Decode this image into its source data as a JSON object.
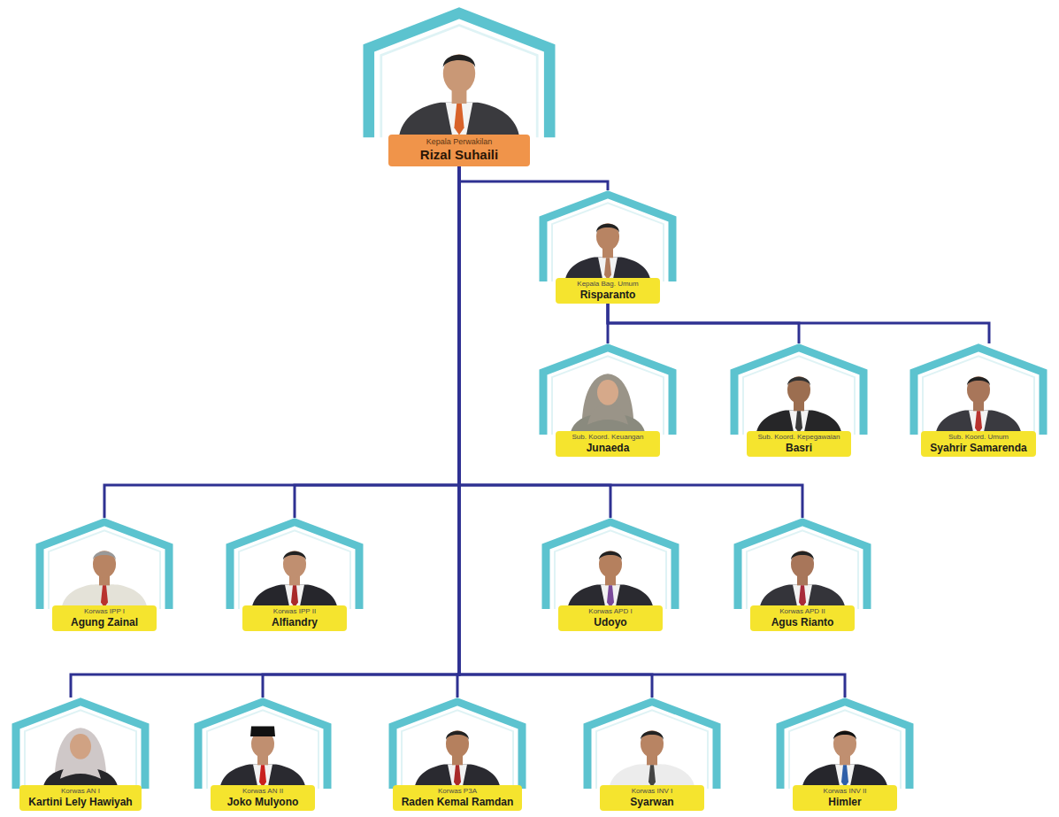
{
  "diagram": {
    "nodes": [
      {
        "text": [
          "Kepala Perwakilan",
          "Rizal Suhaili"
        ]
      },
      {
        "text": [
          "Kepala Bag. Umum",
          "Risparanto"
        ]
      },
      {
        "text": [
          "Sub. Koord. Keuangan",
          "Junaeda"
        ]
      },
      {
        "text": [
          "Sub. Koord. Kepegawaian",
          "Basri"
        ]
      },
      {
        "text": [
          "Sub. Koord. Umum",
          "Syahrir Samarenda"
        ]
      },
      {
        "text": [
          "Korwas IPP I",
          "Agung Zainal"
        ]
      },
      {
        "text": [
          "Korwas IPP II",
          "Alfiandry"
        ]
      },
      {
        "text": [
          "Korwas APD I",
          "Udoyo"
        ]
      },
      {
        "text": [
          "Korwas APD II",
          "Agus Rianto"
        ]
      },
      {
        "text": [
          "Korwas AN I",
          "Kartini Lely Hawiyah"
        ]
      },
      {
        "text": [
          "Korwas AN II",
          "Joko Mulyono"
        ]
      },
      {
        "text": [
          "Korwas P3A",
          "Raden Kemal Ramdan"
        ]
      },
      {
        "text": [
          "Korwas INV I",
          "Syarwan"
        ]
      },
      {
        "text": [
          "Korwas INV II",
          "Himler"
        ]
      }
    ],
    "edges": [
      {
        "from": 0,
        "to": 1,
        "arrow": "none"
      },
      {
        "from": 1,
        "to": 2,
        "arrow": "none"
      },
      {
        "from": 1,
        "to": 3,
        "arrow": "none"
      },
      {
        "from": 1,
        "to": 4,
        "arrow": "none"
      },
      {
        "from": 0,
        "to": 5,
        "arrow": "none"
      },
      {
        "from": 0,
        "to": 6,
        "arrow": "none"
      },
      {
        "from": 0,
        "to": 7,
        "arrow": "none"
      },
      {
        "from": 0,
        "to": 8,
        "arrow": "none"
      },
      {
        "from": 0,
        "to": 9,
        "arrow": "none"
      },
      {
        "from": 0,
        "to": 10,
        "arrow": "none"
      },
      {
        "from": 0,
        "to": 11,
        "arrow": "none"
      },
      {
        "from": 0,
        "to": 12,
        "arrow": "none"
      },
      {
        "from": 0,
        "to": 13,
        "arrow": "none"
      }
    ]
  }
}
